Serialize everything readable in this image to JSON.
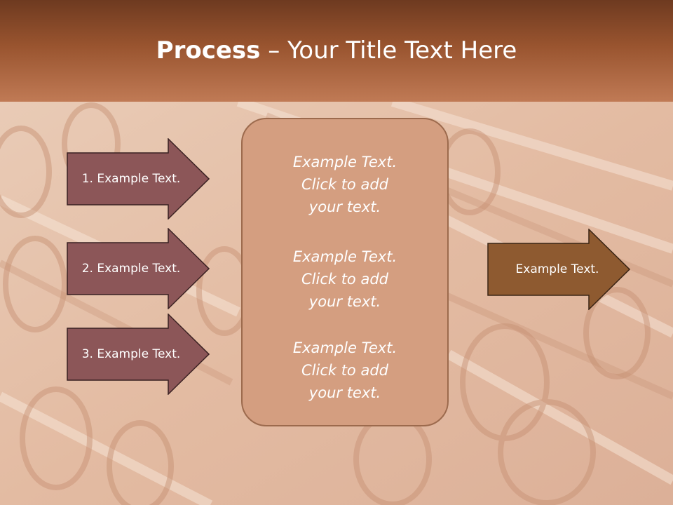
{
  "title": {
    "bold": "Process",
    "separator": " – ",
    "rest": "Your Title Text Here"
  },
  "left_arrows": [
    {
      "label": "1. Example Text."
    },
    {
      "label": "2. Example Text."
    },
    {
      "label": "3. Example Text."
    }
  ],
  "center_box": {
    "paragraphs": [
      {
        "line1": "Example Text.",
        "line2": "Click  to add",
        "line3": "your text."
      },
      {
        "line1": "Example Text.",
        "line2": "Click  to add",
        "line3": "your text."
      },
      {
        "line1": "Example Text.",
        "line2": "Click  to add",
        "line3": "your text."
      }
    ]
  },
  "right_arrow": {
    "label": "Example Text."
  },
  "colors": {
    "title_bar": "#99542f",
    "left_arrow_fill": "#8c5658",
    "center_box_fill": "#d49e80",
    "right_arrow_fill": "#8e5a30"
  }
}
